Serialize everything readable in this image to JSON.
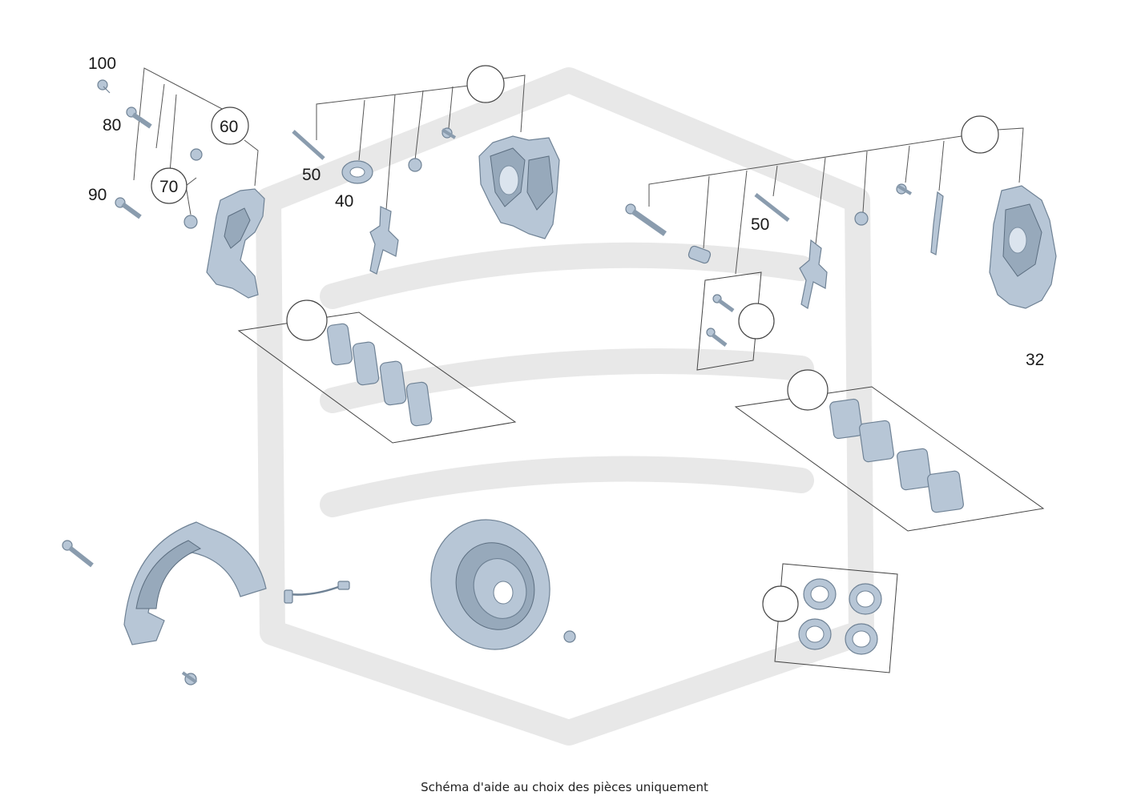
{
  "callout_labels": {
    "l100": "100",
    "l80": "80",
    "l60": "60",
    "l70": "70",
    "l90": "90",
    "l50a": "50",
    "l40": "40",
    "l50b": "50",
    "l32": "32"
  },
  "caption": "Schéma d'aide au choix des pièces uniquement",
  "colors": {
    "part_fill": "#b7c6d6",
    "watermark": "#e8e8e8"
  }
}
